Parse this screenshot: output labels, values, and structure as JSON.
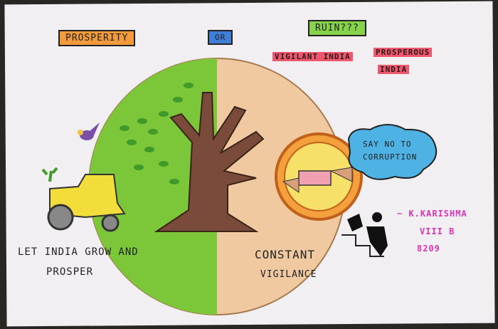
{
  "poster": {
    "title_left": "PROSPERITY",
    "title_or": "OR",
    "title_right": "RUIN???",
    "slogan_1": "VIGILANT INDIA",
    "slogan_2": "PROSPEROUS",
    "slogan_3": "INDIA",
    "speech_bubble": [
      "SAY NO TO",
      "CORRUPTION"
    ],
    "left_caption": [
      "LET INDIA GROW AND",
      "PROSPER"
    ],
    "right_caption": [
      "CONSTANT",
      "VIGILANCE"
    ],
    "signature": {
      "name": "~ K.KARISHMA",
      "class": "VIII B",
      "number": "8209"
    },
    "colors": {
      "green": "#7cc63a",
      "tan": "#f0c9a0",
      "orange": "#f39a3c",
      "blue": "#4fb2e4",
      "pink": "#d834b8"
    }
  }
}
